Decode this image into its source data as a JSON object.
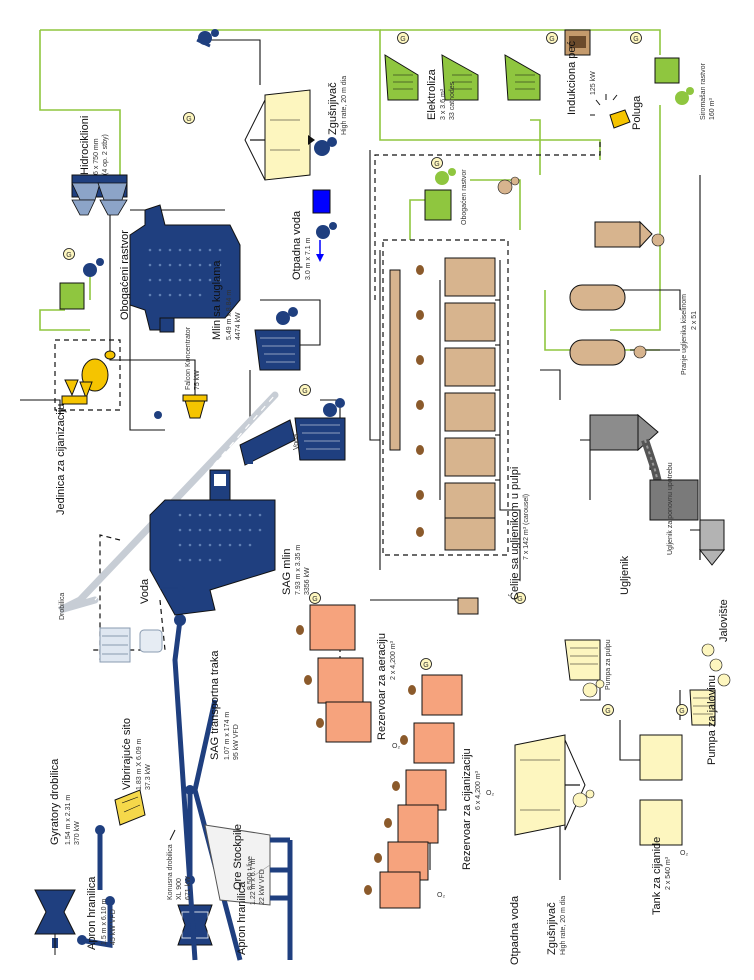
{
  "labels": {
    "gyratory": "Gyratory drobilica",
    "gyratory_spec1": "1.54 m x 2.31 m",
    "gyratory_spec2": "370 kW",
    "apron1": "Apron hranilica",
    "apron1_spec1": "1.5 m x 6.10 m",
    "apron1_spec2": "45 kW VFD",
    "vib_screen": "Vibrirajuće sito",
    "vib_spec1": "1.83 m X 6.09 m",
    "vib_spec2": "37.3 kW",
    "cone": "Konusna drobilica",
    "cone_spec1": "XL 900",
    "cone_spec2": "671 kW",
    "apron2": "Apron hranilica",
    "apron2_spec1": "1.22 m x 6.7 m",
    "apron2_spec2": "22 kW VFD",
    "stockpile": "Ore Stockpile",
    "stockpile_spec": "8,500 t live",
    "sag_conveyor": "SAG transportna traka",
    "sag_conv_spec1": "1.07 m x 174 m",
    "sag_conv_spec2": "95 kW VFD",
    "crusher": "Drobilica",
    "water1": "Voda",
    "sag_mill": "SAG mlin",
    "sag_spec1": "7.93 m x 3.35 m",
    "sag_spec2": "3356 kW",
    "water2": "Voda",
    "cyan_unit": "Jedinica za cijanizaciju",
    "falcon": "Falcon Koncentrator",
    "falcon_spec": "75 kW",
    "ball_mill": "Mlin sa kuglama",
    "ball_spec1": "5.49 m x 8.84 m",
    "ball_spec2": "4474 kW",
    "enriched1": "Obogaćeni rastvor",
    "hydrocyclones": "Hidrociklioni",
    "hydro_spec1": "6 x 750 mm",
    "hydro_spec2": "(4 op. 2 stby)",
    "thickener1": "Zgušnjivač",
    "thick1_spec": "High rate, 20 m dia",
    "waste_water1": "Otpadna voda",
    "ww1_spec": "3.0 m x 7.1 m",
    "electrolysis": "Elektroliza",
    "elec_spec1": "3 x 3.6 m³",
    "elec_spec2": "33 cathodes",
    "induction": "Indukciona peć",
    "induction_spec": "125 kW",
    "bar": "Poluga",
    "poor_solution": "Siromašan rastvor",
    "poor_spec": "160 m³",
    "enriched2": "Obogaćen rastvor",
    "acid_wash": "Pranje ugljenika kiselinom",
    "acid_spec": "2 x 51",
    "cip_cells": "Ćelije sa ugljenikom u pulpi",
    "cip_spec": "7 x 142 m³ (carousel)",
    "carbon_reuse": "Ugljenik za ponovnu upotrebu",
    "carbon": "Ugljenik",
    "aeration_tank": "Rezervoar za aeraciju",
    "aeration_spec": "2 x 4,200 m³",
    "pulp_pump": "Pumpa za pulpu",
    "cyanidation_tank": "Rezervoar za cijanizaciju",
    "cyanidation_spec": "6 x 4,200 m³",
    "waste_water2": "Otpadna voda",
    "thickener2": "Zgušnjivač",
    "thick2_spec": "High rate, 20 m dia",
    "cyanide_tank": "Tank za cijanide",
    "cyanide_spec": "2 x 540 m³",
    "tailings_pump": "Pumpa za jalovinu",
    "tailings": "Jalovište",
    "o2a": "O₂",
    "o2b": "O₂",
    "o2c": "O₂",
    "o2d": "O₂"
  },
  "valve_symbol": "G",
  "colors": {
    "slurry": "#1f3f7f",
    "solution": "#8fc63f",
    "tank_orange": "#f6a37d",
    "tank_yellow": "#fdf6bf",
    "tan": "#d7b48e",
    "green_equipment": "#8fc63f",
    "blue_pump": "#2d5fa8",
    "waste_blue": "#0000ff"
  }
}
